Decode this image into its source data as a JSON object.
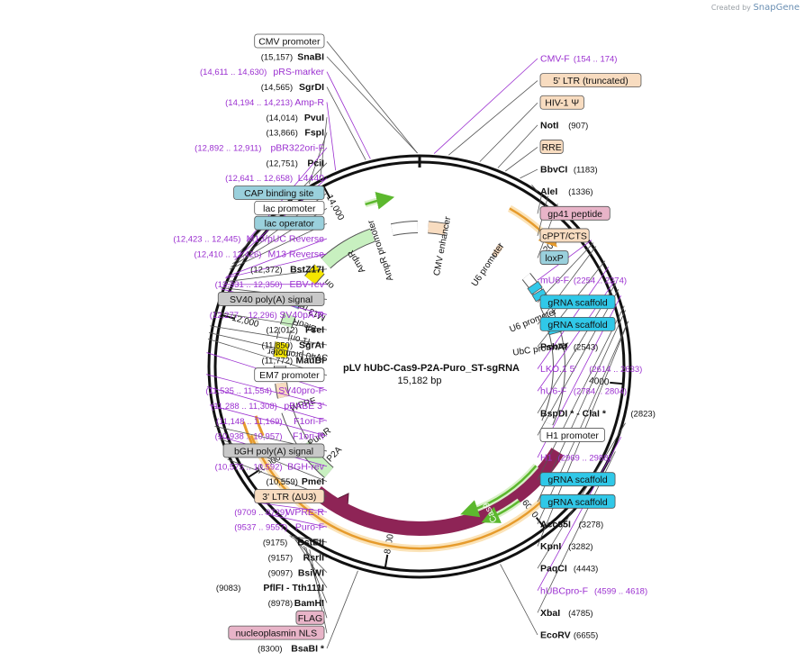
{
  "credit": {
    "prefix": "Created by",
    "brand": "SnapGene"
  },
  "plasmid": {
    "name": "pLV hUbC-Cas9-P2A-Puro_ST-sgRNA",
    "length_label": "15,182 bp",
    "total_bp": 15182
  },
  "colors": {
    "purple": "#9b30d0",
    "cas9": "#8e2456",
    "orange": "#e69b2c",
    "green": "#5cb82e",
    "yellow": "#f5e600",
    "cyan": "#30c8e8",
    "steel": "#a8cfd8",
    "peach": "#f8dcc0",
    "pink": "#e8b4c8",
    "gray": "#c8c8c8"
  },
  "ticks": [
    {
      "bp": 2000,
      "label": "2000"
    },
    {
      "bp": 4000,
      "label": "4000"
    },
    {
      "bp": 6000,
      "label": "6000"
    },
    {
      "bp": 8000,
      "label": "8000"
    },
    {
      "bp": 10000,
      "label": "10,000"
    },
    {
      "bp": 12000,
      "label": "12,000"
    },
    {
      "bp": 14000,
      "label": "14,000"
    }
  ],
  "inner_labels": [
    {
      "text": "CMV enhancer",
      "bp": 455
    },
    {
      "text": "U6 promoter",
      "bp": 1430
    },
    {
      "text": "U6 promoter",
      "bp": 2870
    },
    {
      "text": "UbC promoter",
      "bp": 3450
    },
    {
      "text": "Cas9",
      "bp": 6500
    },
    {
      "text": "P2A",
      "bp": 9450
    },
    {
      "text": "PuroR",
      "bp": 9900
    },
    {
      "text": "WPRE",
      "bp": 10620
    },
    {
      "text": "SV40 promoter",
      "bp": 11630
    },
    {
      "text": "f1 ori",
      "bp": 11930
    },
    {
      "text": "BleoR",
      "bp": 12230
    },
    {
      "text": "M13 rev",
      "bp": 12530
    },
    {
      "text": "ori",
      "bp": 13180
    },
    {
      "text": "AmpR",
      "bp": 13880
    },
    {
      "text": "AmpR promoter",
      "bp": 14400
    }
  ],
  "left_labels": [
    {
      "kind": "feature",
      "name": "CMV promoter",
      "coord": "",
      "bp": 15157
    },
    {
      "kind": "enzyme",
      "name": "SnaBI",
      "coord": "(15,157)",
      "bp": 15157
    },
    {
      "kind": "primer",
      "name": "pRS-marker",
      "coord": "(14,611 .. 14,630)",
      "bp": 14620
    },
    {
      "kind": "enzyme",
      "name": "SgrDI",
      "coord": "(14,565)",
      "bp": 14565
    },
    {
      "kind": "primer",
      "name": "Amp-R",
      "coord": "(14,194 .. 14,213)",
      "bp": 14204
    },
    {
      "kind": "enzyme",
      "name": "PvuI",
      "coord": "(14,014)",
      "bp": 14014
    },
    {
      "kind": "enzyme",
      "name": "FspI",
      "coord": "(13,866)",
      "bp": 13866
    },
    {
      "kind": "primer",
      "name": "pBR322ori-F",
      "coord": "(12,892 .. 12,911)",
      "bp": 12900
    },
    {
      "kind": "enzyme",
      "name": "PciI",
      "coord": "(12,751)",
      "bp": 12751
    },
    {
      "kind": "primer",
      "name": "L4440",
      "coord": "(12,641 .. 12,658)",
      "bp": 12650
    },
    {
      "kind": "feature",
      "name": "CAP binding site",
      "coord": "",
      "bp": 12600
    },
    {
      "kind": "feature",
      "name": "lac promoter",
      "coord": "",
      "bp": 12560
    },
    {
      "kind": "feature",
      "name": "lac operator",
      "coord": "",
      "bp": 12530
    },
    {
      "kind": "primer",
      "name": "M13/pUC Reverse",
      "coord": "(12,423 .. 12,445)",
      "bp": 12434
    },
    {
      "kind": "primer",
      "name": "M13 Reverse",
      "coord": "(12,410 .. 12,426)",
      "bp": 12418
    },
    {
      "kind": "enzyme",
      "name": "BstZ17I",
      "coord": "(12,372)",
      "bp": 12372
    },
    {
      "kind": "primer",
      "name": "EBV-rev",
      "coord": "(12,331 .. 12,350)",
      "bp": 12340
    },
    {
      "kind": "feature",
      "name": "SV40 poly(A) signal",
      "coord": "",
      "bp": 12300
    },
    {
      "kind": "primer",
      "name": "SV40pA-R",
      "coord": "(12,277 .. 12,296)",
      "bp": 12286
    },
    {
      "kind": "enzyme",
      "name": "FseI",
      "coord": "(12,012)",
      "bp": 12012
    },
    {
      "kind": "enzyme",
      "name": "SgrAI",
      "coord": "(11,850)",
      "bp": 11850
    },
    {
      "kind": "enzyme",
      "name": "MauBI",
      "coord": "(11,772)",
      "bp": 11772
    },
    {
      "kind": "feature",
      "name": "EM7 promoter",
      "coord": "",
      "bp": 11700
    },
    {
      "kind": "primer",
      "name": "SV40pro-F",
      "coord": "(11,535 .. 11,554)",
      "bp": 11544
    },
    {
      "kind": "primer",
      "name": "pBABE 3'",
      "coord": "(11,288 .. 11,308)",
      "bp": 11298
    },
    {
      "kind": "primer",
      "name": "F1ori-F",
      "coord": "(11,148 .. 11,169)",
      "bp": 11158
    },
    {
      "kind": "primer",
      "name": "F1ori-R",
      "coord": "(10,938 .. 10,957)",
      "bp": 10948
    },
    {
      "kind": "feature",
      "name": "bGH poly(A) signal",
      "coord": "",
      "bp": 10700
    },
    {
      "kind": "primer",
      "name": "BGH-rev",
      "coord": "(10,575 .. 10,592)",
      "bp": 10584
    },
    {
      "kind": "enzyme",
      "name": "PmeI",
      "coord": "(10,559)",
      "bp": 10559
    },
    {
      "kind": "feature",
      "name": "3' LTR (ΔU3)",
      "coord": "",
      "bp": 10300
    },
    {
      "kind": "primer",
      "name": "WPRE-R",
      "coord": "(9709 .. 9729)",
      "bp": 9719
    },
    {
      "kind": "primer",
      "name": "Puro-F",
      "coord": "(9537 .. 9557)",
      "bp": 9547
    },
    {
      "kind": "enzyme",
      "name": "BstEII",
      "coord": "(9175)",
      "bp": 9175
    },
    {
      "kind": "enzyme",
      "name": "RsrII",
      "coord": "(9157)",
      "bp": 9157
    },
    {
      "kind": "enzyme",
      "name": "BsiWI",
      "coord": "(9097)",
      "bp": 9097
    },
    {
      "kind": "enzyme",
      "name": "PflFI - Tth111I",
      "coord": "(9083)",
      "bp": 9083
    },
    {
      "kind": "enzyme",
      "name": "BamHI",
      "coord": "(8978)",
      "bp": 8978
    },
    {
      "kind": "feature",
      "name": "FLAG",
      "coord": "",
      "bp": 8950
    },
    {
      "kind": "feature",
      "name": "nucleoplasmin NLS",
      "coord": "",
      "bp": 8900
    },
    {
      "kind": "enzyme",
      "name": "BsaBI *",
      "coord": "(8300)",
      "bp": 8300
    }
  ],
  "right_labels": [
    {
      "kind": "primer",
      "name": "CMV-F",
      "coord": "(154 .. 174)",
      "bp": 164
    },
    {
      "kind": "feature",
      "name": "5' LTR (truncated)",
      "coord": "",
      "bp": 330
    },
    {
      "kind": "feature",
      "name": "HIV-1 Ψ",
      "coord": "",
      "bp": 690
    },
    {
      "kind": "enzyme",
      "name": "NotI",
      "coord": "(907)",
      "bp": 907
    },
    {
      "kind": "feature",
      "name": "RRE",
      "coord": "",
      "bp": 1000
    },
    {
      "kind": "enzyme",
      "name": "BbvCI",
      "coord": "(1183)",
      "bp": 1183
    },
    {
      "kind": "enzyme",
      "name": "AleI",
      "coord": "(1336)",
      "bp": 1336
    },
    {
      "kind": "feature",
      "name": "gp41 peptide",
      "coord": "",
      "bp": 1480
    },
    {
      "kind": "feature",
      "name": "cPPT/CTS",
      "coord": "",
      "bp": 1560
    },
    {
      "kind": "feature",
      "name": "loxP",
      "coord": "",
      "bp": 1700
    },
    {
      "kind": "primer",
      "name": "mU6-F",
      "coord": "(2254 .. 2274)",
      "bp": 2264
    },
    {
      "kind": "feature",
      "name": "gRNA scaffold",
      "coord": "",
      "bp": 2300
    },
    {
      "kind": "feature",
      "name": "gRNA scaffold",
      "coord": "",
      "bp": 2350
    },
    {
      "kind": "enzyme",
      "name": "PshAI",
      "coord": "(2543)",
      "bp": 2543
    },
    {
      "kind": "primer",
      "name": "LKO.1 5'",
      "coord": "(2614 .. 2633)",
      "bp": 2624
    },
    {
      "kind": "primer",
      "name": "hU6-F",
      "coord": "(2784 .. 2804)",
      "bp": 2794
    },
    {
      "kind": "enzyme",
      "name": "BspDI * - ClaI *",
      "coord": "(2823)",
      "bp": 2823
    },
    {
      "kind": "feature",
      "name": "H1 promoter",
      "coord": "",
      "bp": 2900
    },
    {
      "kind": "primer",
      "name": "H1",
      "coord": "(2969 .. 2988)",
      "bp": 2978
    },
    {
      "kind": "feature",
      "name": "gRNA scaffold",
      "coord": "",
      "bp": 3100
    },
    {
      "kind": "feature",
      "name": "gRNA scaffold",
      "coord": "",
      "bp": 3150
    },
    {
      "kind": "enzyme",
      "name": "Acc65I",
      "coord": "(3278)",
      "bp": 3278
    },
    {
      "kind": "enzyme",
      "name": "KpnI",
      "coord": "(3282)",
      "bp": 3282
    },
    {
      "kind": "enzyme",
      "name": "PaqCI",
      "coord": "(4443)",
      "bp": 4443
    },
    {
      "kind": "primer",
      "name": "hUBCpro-F",
      "coord": "(4599 .. 4618)",
      "bp": 4608
    },
    {
      "kind": "enzyme",
      "name": "XbaI",
      "coord": "(4785)",
      "bp": 4785
    },
    {
      "kind": "enzyme",
      "name": "EcoRV",
      "coord": "(6655)",
      "bp": 6655
    }
  ]
}
